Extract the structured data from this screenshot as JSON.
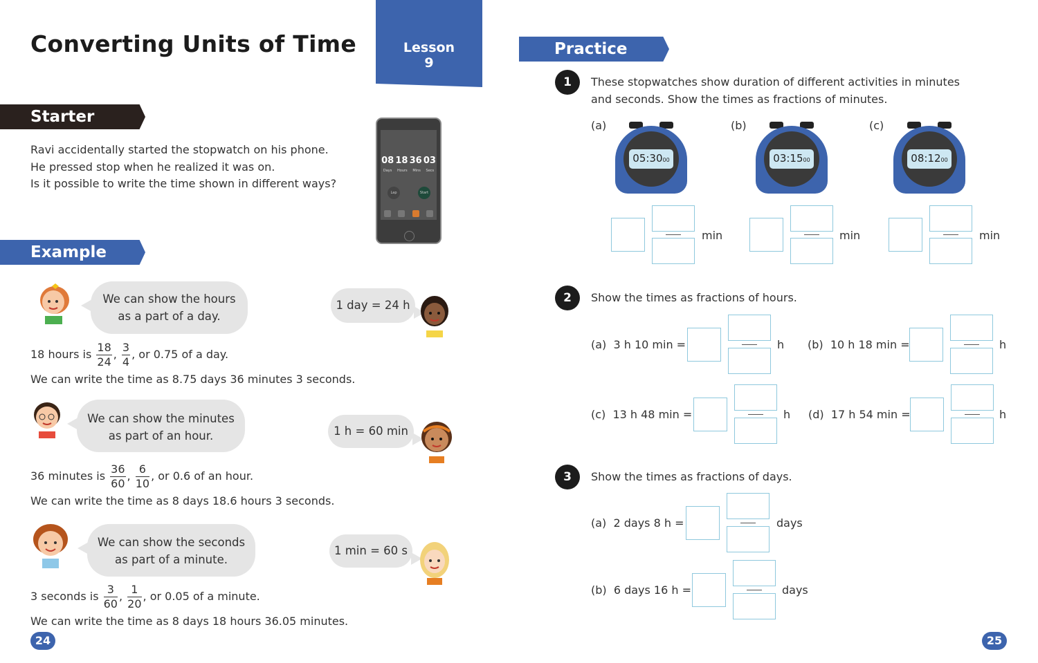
{
  "title": "Converting Units of Time",
  "lesson": {
    "label": "Lesson",
    "number": "9"
  },
  "starter": {
    "heading": "Starter",
    "lines": [
      "Ravi accidentally started the stopwatch on his phone.",
      "He pressed stop when he realized it was on.",
      "Is it possible to write the time shown in different ways?"
    ]
  },
  "phone": {
    "digits": [
      "08",
      "18",
      "36",
      "03"
    ],
    "units": [
      "Days",
      "Hours",
      "Mins",
      "Secs"
    ],
    "lap": "Lap",
    "start": "Start"
  },
  "example": {
    "heading": "Example",
    "blocks": [
      {
        "bubble1": "We can show the hours",
        "bubble2": "as a part of a day.",
        "fact": "1 day = 24 h",
        "prefix": "18 hours is",
        "f1n": "18",
        "f1d": "24",
        "f2n": "3",
        "f2d": "4",
        "suffix": ", or 0.75 of a day.",
        "line": "We can write the time as 8.75 days 36 minutes 3 seconds."
      },
      {
        "bubble1": "We can show the minutes",
        "bubble2": "as part of an hour.",
        "fact": "1 h = 60 min",
        "prefix": "36 minutes is",
        "f1n": "36",
        "f1d": "60",
        "f2n": "6",
        "f2d": "10",
        "suffix": ", or 0.6 of an hour.",
        "line": "We can write the time as 8 days 18.6 hours 3 seconds."
      },
      {
        "bubble1": "We can show the seconds",
        "bubble2": "as part of a minute.",
        "fact": "1 min = 60 s",
        "prefix": "3 seconds is",
        "f1n": "3",
        "f1d": "60",
        "f2n": "1",
        "f2d": "20",
        "suffix": ", or 0.05 of a minute.",
        "line": "We can write the time as 8 days 18 hours 36.05 minutes."
      }
    ]
  },
  "practice": {
    "heading": "Practice",
    "q1": {
      "number": "1",
      "line1": "These stopwatches show duration of different activities in minutes",
      "line2": "and seconds. Show the times as fractions of minutes.",
      "items": [
        {
          "label": "(a)",
          "time": "05:30",
          "sub": "00",
          "unit": "min"
        },
        {
          "label": "(b)",
          "time": "03:15",
          "sub": "00",
          "unit": "min"
        },
        {
          "label": "(c)",
          "time": "08:12",
          "sub": "00",
          "unit": "min"
        }
      ]
    },
    "q2": {
      "number": "2",
      "text": "Show the times as fractions of hours.",
      "items": [
        {
          "label": "(a)",
          "expr": "3 h 10 min =",
          "unit": "h"
        },
        {
          "label": "(b)",
          "expr": "10 h 18 min =",
          "unit": "h"
        },
        {
          "label": "(c)",
          "expr": "13 h 48 min =",
          "unit": "h"
        },
        {
          "label": "(d)",
          "expr": "17 h 54 min =",
          "unit": "h"
        }
      ]
    },
    "q3": {
      "number": "3",
      "text": "Show the times as fractions of days.",
      "items": [
        {
          "label": "(a)",
          "expr": "2 days 8 h =",
          "unit": "days"
        },
        {
          "label": "(b)",
          "expr": "6 days 16 h =",
          "unit": "days"
        }
      ]
    }
  },
  "pages": {
    "left": "24",
    "right": "25"
  },
  "colors": {
    "blue": "#3d64ad",
    "dark": "#2a211e",
    "box": "#8ec8dd",
    "bubble": "#e5e5e5"
  }
}
